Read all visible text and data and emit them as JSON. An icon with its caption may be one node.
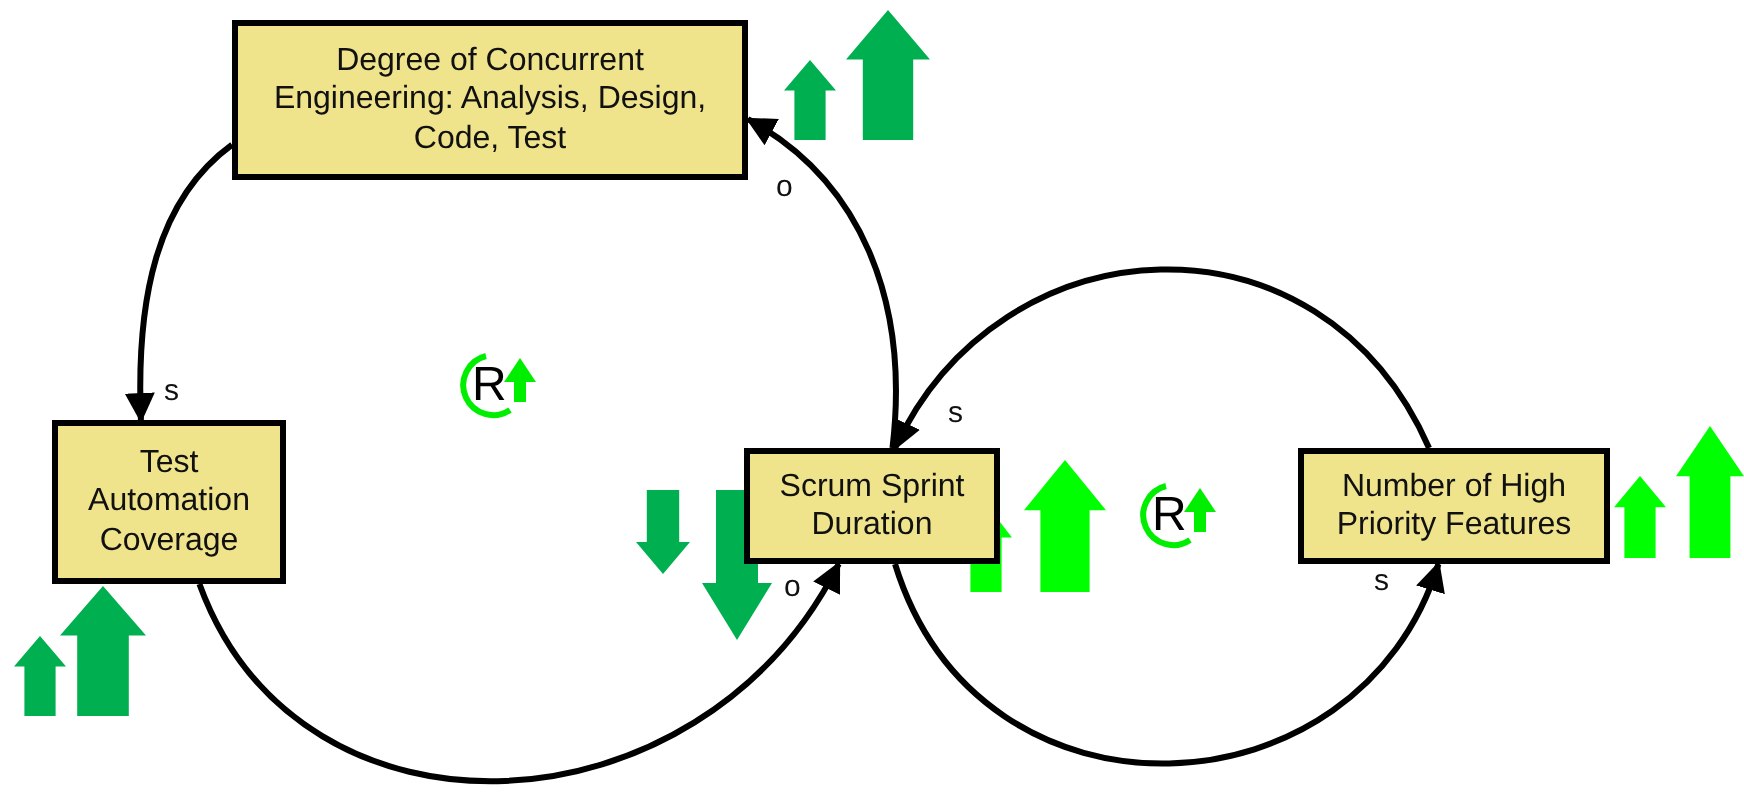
{
  "diagram": {
    "nodes": [
      {
        "text": [
          "Degree of Concurrent Engineering: Analysis, Design, Code, Test"
        ]
      },
      {
        "text": [
          "Test Automation Coverage"
        ]
      },
      {
        "text": [
          "Scrum Sprint Duration"
        ]
      },
      {
        "text": [
          "Number of High Priority Features"
        ]
      }
    ],
    "edges": [
      {
        "from": 0,
        "to": 1,
        "arrow": "to",
        "label": "s"
      },
      {
        "from": 1,
        "to": 2,
        "arrow": "to",
        "label": "o"
      },
      {
        "from": 2,
        "to": 0,
        "arrow": "to",
        "label": "o"
      },
      {
        "from": 3,
        "to": 2,
        "arrow": "to",
        "label": "s"
      },
      {
        "from": 2,
        "to": 3,
        "arrow": "to",
        "label": "s"
      }
    ],
    "labels": [
      "R",
      "R"
    ]
  }
}
